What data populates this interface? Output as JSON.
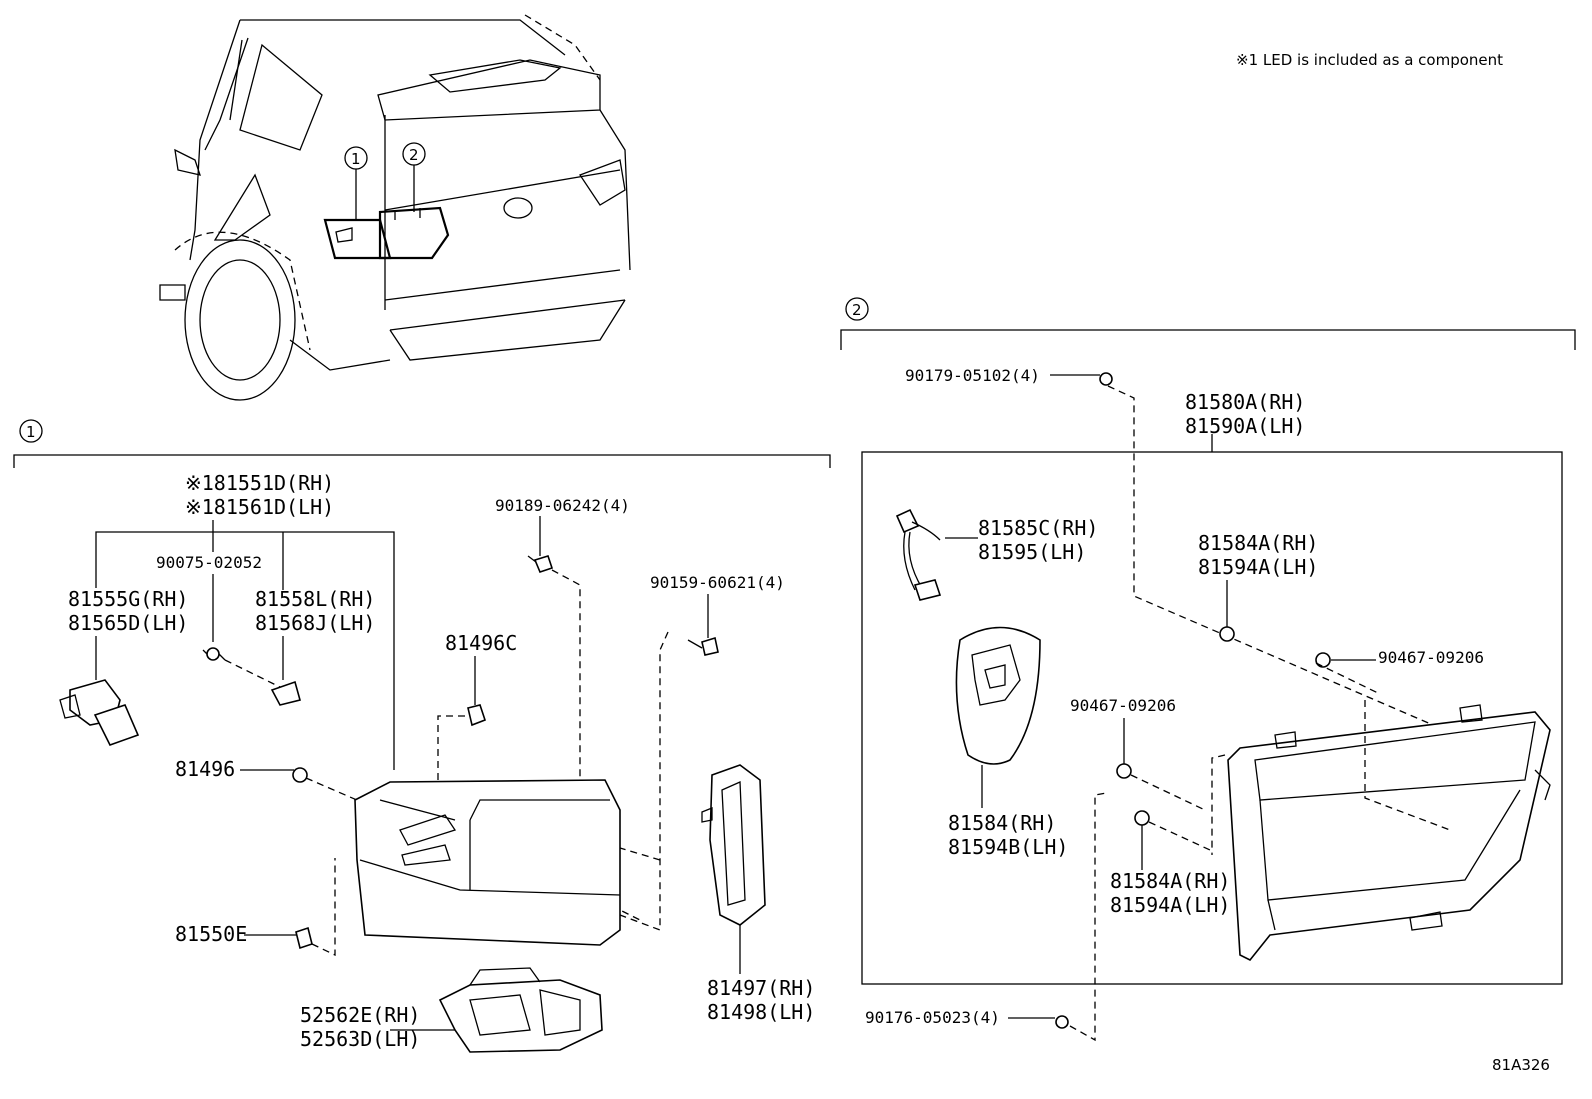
{
  "note": "※1 LED is included as a component",
  "illustration_code": "81A326",
  "vehicle_callouts": [
    "1",
    "2"
  ],
  "group1": {
    "marker": "1",
    "labels": {
      "led_rh": "※181551D(RH)",
      "led_lh": "※181561D(LH)",
      "screw_90075": "90075-02052",
      "socket_rh": "81555G(RH)",
      "socket_lh": "81565D(LH)",
      "bracket_rh": "81558L(RH)",
      "bracket_lh": "81568J(LH)",
      "screw_90189": "90189-06242(4)",
      "screw_90159": "90159-60621(4)",
      "clip_81496c": "81496C",
      "clip_81496": "81496",
      "clip_81550e": "81550E",
      "gasket_rh": "81497(RH)",
      "gasket_lh": "81498(LH)",
      "stay_rh": "52562E(RH)",
      "stay_lh": "52563D(LH)"
    }
  },
  "group2": {
    "marker": "2",
    "labels": {
      "screw_90179": "90179-05102(4)",
      "lamp_rh": "81580A(RH)",
      "lamp_lh": "81590A(LH)",
      "wire_rh": "81585C(RH)",
      "wire_lh": "81595(LH)",
      "plug_top_rh": "81584A(RH)",
      "plug_top_lh": "81594A(LH)",
      "nut_right": "90467-09206",
      "nut_left": "90467-09206",
      "cover_rh": "81584(RH)",
      "cover_lh": "81594B(LH)",
      "plug_mid_rh": "81584A(RH)",
      "plug_mid_lh": "81594A(LH)",
      "screw_90176": "90176-05023(4)"
    }
  }
}
